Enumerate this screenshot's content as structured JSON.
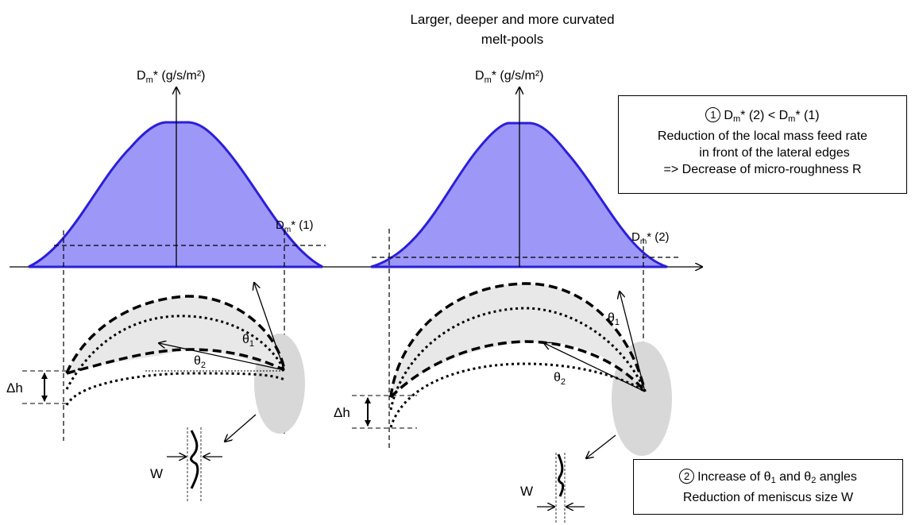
{
  "header": {
    "line1": "Larger,  deeper and more curvated",
    "line2": "melt-pools"
  },
  "left_diagram": {
    "axis_label": {
      "main": "D",
      "sub": "m",
      "rest": "* (g/s/m²)"
    },
    "threshold_label": {
      "main": "D",
      "sub": "m",
      "rest": "* (1)"
    },
    "theta1": {
      "main": "θ",
      "sub": "1"
    },
    "theta2": {
      "main": "θ",
      "sub": "2"
    },
    "delta_h": "Δh",
    "width_label": "W"
  },
  "right_diagram": {
    "axis_label": {
      "main": "D",
      "sub": "m",
      "rest": "* (g/s/m²)"
    },
    "threshold_label": {
      "main": "D",
      "sub": "m",
      "rest": "* (2)"
    },
    "theta1": {
      "main": "θ",
      "sub": "1"
    },
    "theta2": {
      "main": "θ",
      "sub": "2"
    },
    "delta_h": "Δh",
    "width_label": "W"
  },
  "box1": {
    "number": "1",
    "line1_a": "D",
    "line1_sub_a": "m",
    "line1_b": "* (2) < D",
    "line1_sub_b": "m",
    "line1_c": "* (1)",
    "line2": "Reduction of the local mass feed rate",
    "line3": "in front of the lateral edges",
    "line4": "=> Decrease of micro-roughness R"
  },
  "box2": {
    "number": "2",
    "line1_a": "Increase of θ",
    "line1_sub_a": "1",
    "line1_b": " and θ",
    "line1_sub_b": "2",
    "line1_c": " angles",
    "line2": "Reduction of meniscus size W"
  },
  "colors": {
    "curve_fill": "#9d97f7",
    "curve_stroke": "#2b1fd9",
    "pool_fill": "#e8e8e8",
    "ellipse_fill": "#d8d8d8"
  }
}
